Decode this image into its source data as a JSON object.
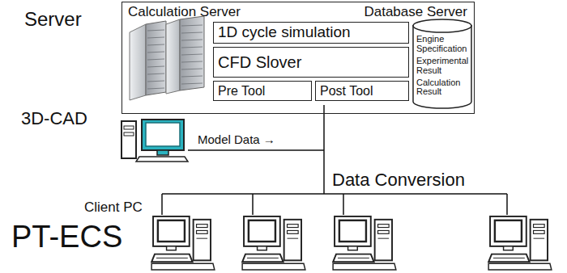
{
  "diagram": {
    "nodes": [
      {
        "text": [
          "Calculation Server",
          "Database Server"
        ]
      },
      {
        "text": [
          "1D cycle simulation"
        ],
        "in": 0
      },
      {
        "text": [
          "CFD Slover"
        ],
        "in": 0
      },
      {
        "text": [
          "Pre Tool"
        ],
        "in": 0
      },
      {
        "text": [
          "Post Tool"
        ],
        "in": 0
      },
      {
        "text": [
          "Engine Specification",
          "Experimental Result",
          "Calculation Result"
        ],
        "in": 0
      }
    ],
    "labels": [
      "Server",
      "3D-CAD",
      "Model Data →",
      "Data Conversion",
      "Client PC",
      "PT-ECS"
    ]
  }
}
